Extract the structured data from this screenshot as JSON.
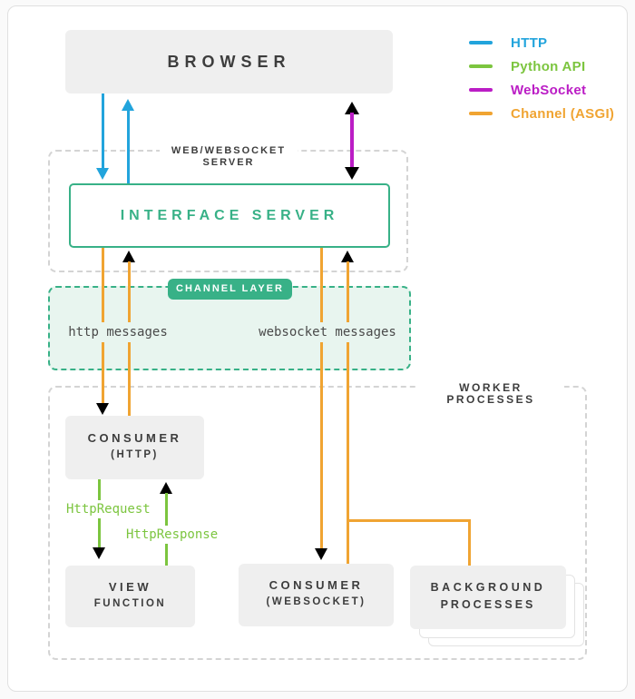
{
  "legend": {
    "items": [
      {
        "label": "HTTP",
        "color": "#22a4dc"
      },
      {
        "label": "Python API",
        "color": "#7cc53f"
      },
      {
        "label": "WebSocket",
        "color": "#bb1dc5"
      },
      {
        "label": "Channel (ASGI)",
        "color": "#f0a432"
      }
    ]
  },
  "nodes": {
    "browser": {
      "label": "BROWSER"
    },
    "web_server": {
      "line1": "WEB/WEBSOCKET",
      "line2": "SERVER"
    },
    "interface_server": {
      "label": "INTERFACE SERVER"
    },
    "channel_layer": {
      "label": "CHANNEL LAYER",
      "http_messages": "http messages",
      "websocket_messages": "websocket messages"
    },
    "worker_processes": {
      "label": "WORKER PROCESSES"
    },
    "consumer_http": {
      "line1": "CONSUMER",
      "line2": "(HTTP)"
    },
    "view_function": {
      "line1": "VIEW",
      "line2": "FUNCTION"
    },
    "consumer_websocket": {
      "line1": "CONSUMER",
      "line2": "(WEBSOCKET)"
    },
    "background_processes": {
      "line1": "BACKGROUND",
      "line2": "PROCESSES"
    }
  },
  "edges": {
    "http_request_label": "HttpRequest",
    "http_response_label": "HttpResponse"
  },
  "colors": {
    "http": "#22a4dc",
    "python_api": "#7cc53f",
    "websocket": "#bb1dc5",
    "channel_asgi": "#f0a432",
    "teal_accent": "#38b187",
    "node_fill": "#efefef",
    "channel_fill": "#e8f5ef",
    "text": "#3d3d3d"
  }
}
